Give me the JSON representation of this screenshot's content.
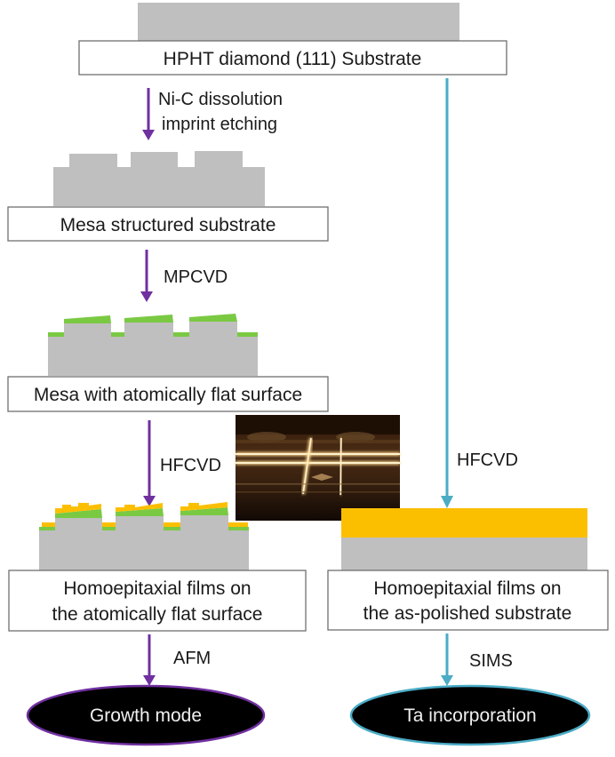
{
  "colors": {
    "substrate_gray": "#bfbfbf",
    "mpcvd_layer_green": "#7ac943",
    "hfcvd_film_gold": "#fcbf00",
    "left_branch_purple": "#7030a0",
    "right_branch_teal": "#4bacc6",
    "oval_fill": "#000000"
  },
  "nodes": {
    "substrate": "HPHT diamond (111) Substrate",
    "mesa_structured": "Mesa structured substrate",
    "mesa_flat": "Mesa with atomically flat surface",
    "films_flat_line1": "Homoepitaxial films on",
    "films_flat_line2": "the atomically flat surface",
    "films_polished_line1": "Homoepitaxial films on",
    "films_polished_line2": "the as-polished substrate"
  },
  "steps": {
    "etching_line1": "Ni-C dissolution",
    "etching_line2": "imprint etching",
    "mpcvd": "MPCVD",
    "hfcvd_left": "HFCVD",
    "hfcvd_right": "HFCVD",
    "afm": "AFM",
    "sims": "SIMS"
  },
  "outcomes": {
    "growth_mode": "Growth mode",
    "ta_incorporation": "Ta incorporation"
  },
  "photo": {
    "description": "HFCVD filament photo"
  }
}
